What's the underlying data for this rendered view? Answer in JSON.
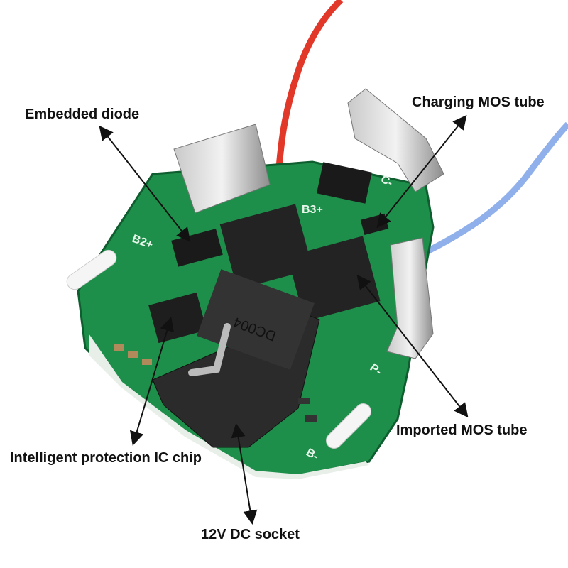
{
  "labels": {
    "embedded_diode": "Embedded diode",
    "charging_mos": "Charging MOS tube",
    "imported_mos": "Imported MOS tube",
    "ic_chip": "Intelligent protection IC chip",
    "dc_socket": "12V DC socket"
  },
  "board_markings": {
    "b2": "B2+",
    "b3": "B3+",
    "c": "C-",
    "p": "P-",
    "b": "B-",
    "socket_text": "DC004"
  },
  "colors": {
    "pcb": "#1e8f4a",
    "wire_red": "#e2382a",
    "wire_blue": "#7fa6e6"
  }
}
